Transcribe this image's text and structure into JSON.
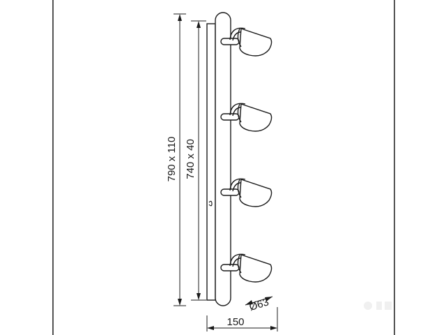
{
  "diagram": {
    "dimensions": {
      "overall": "790 x 110",
      "plate": "740 x 40",
      "width": "150",
      "diameter": "Ø63"
    },
    "spot_count": 4,
    "colors": {
      "line": "#1a1a1a",
      "background": "#ffffff",
      "watermark": "#d8d8d8"
    }
  }
}
